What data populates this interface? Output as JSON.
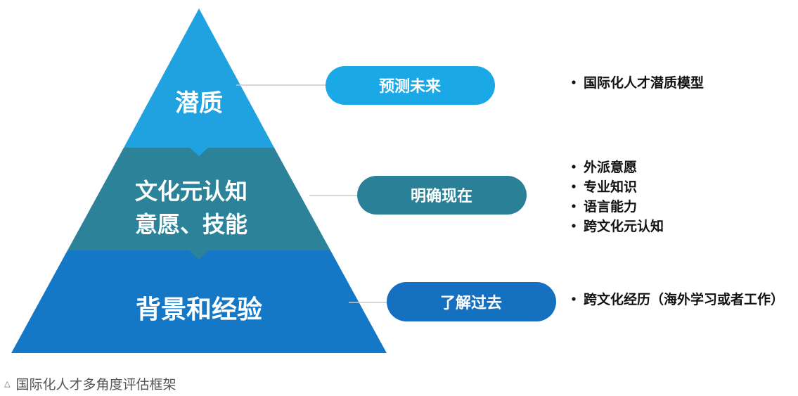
{
  "pyramid": {
    "tiers": [
      {
        "id": "top",
        "lines": [
          "潜质"
        ],
        "color": "#20a2e0"
      },
      {
        "id": "middle",
        "lines": [
          "文化元认知",
          "意愿、技能"
        ],
        "color": "#2b8299"
      },
      {
        "id": "bottom",
        "lines": [
          "背景和经验"
        ],
        "color": "#1478c6"
      }
    ]
  },
  "rows": [
    {
      "pill": "预测未来",
      "pill_color": "#1aa8e6",
      "bullets": [
        "国际化人才潜质模型"
      ]
    },
    {
      "pill": "明确现在",
      "pill_color": "#2a8096",
      "bullets": [
        "外派意愿",
        "专业知识",
        "语言能力",
        "跨文化元认知"
      ]
    },
    {
      "pill": "了解过去",
      "pill_color": "#1670c0",
      "bullets": [
        "跨文化经历（海外学习或者工作）"
      ]
    }
  ],
  "caption": {
    "icon": "triangle-up-icon",
    "text": "国际化人才多角度评估框架"
  }
}
